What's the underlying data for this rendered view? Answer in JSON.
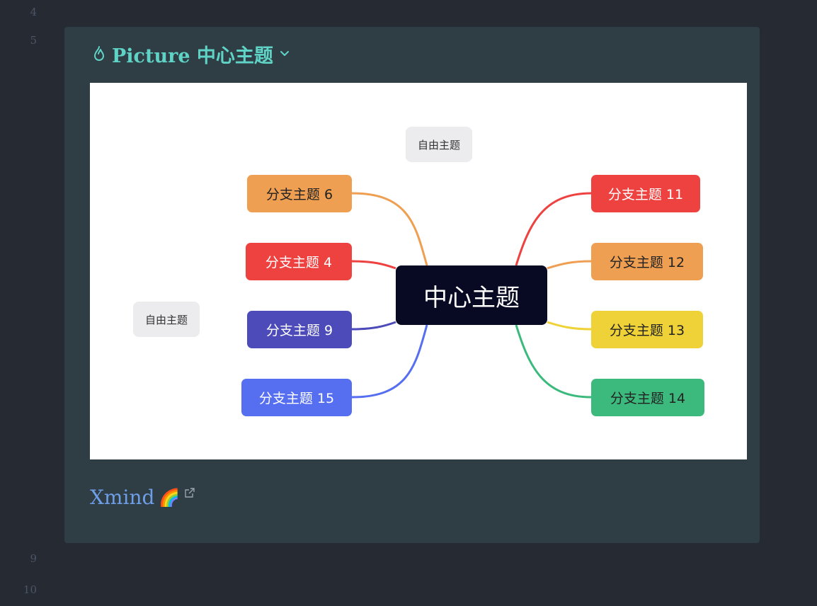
{
  "editor": {
    "line_numbers": [
      "4",
      "5",
      "9",
      "10"
    ]
  },
  "block": {
    "title": "Picture 中心主题",
    "title_icon": "flame-icon",
    "collapse_icon": "chevron-down-icon",
    "accent_color": "#5fd3c5",
    "background_color": "#2f3d45"
  },
  "mindmap": {
    "center": {
      "label": "中心主题",
      "color": "#070a22"
    },
    "floating_topics": [
      "自由主题",
      "自由主题"
    ],
    "left_branches": [
      {
        "label": "分支主题 6",
        "color": "#ef9f52"
      },
      {
        "label": "分支主题 4",
        "color": "#ee4240"
      },
      {
        "label": "分支主题 9",
        "color": "#4c4bb9"
      },
      {
        "label": "分支主题 15",
        "color": "#566ff0"
      }
    ],
    "right_branches": [
      {
        "label": "分支主题 11",
        "color": "#ee4240"
      },
      {
        "label": "分支主题 12",
        "color": "#ef9f52"
      },
      {
        "label": "分支主题 13",
        "color": "#eed237"
      },
      {
        "label": "分支主题 14",
        "color": "#3cba7d"
      }
    ]
  },
  "link": {
    "label": "Xmind",
    "emoji": "🌈",
    "external_icon": "external-link-icon",
    "color": "#6e9fe6"
  }
}
